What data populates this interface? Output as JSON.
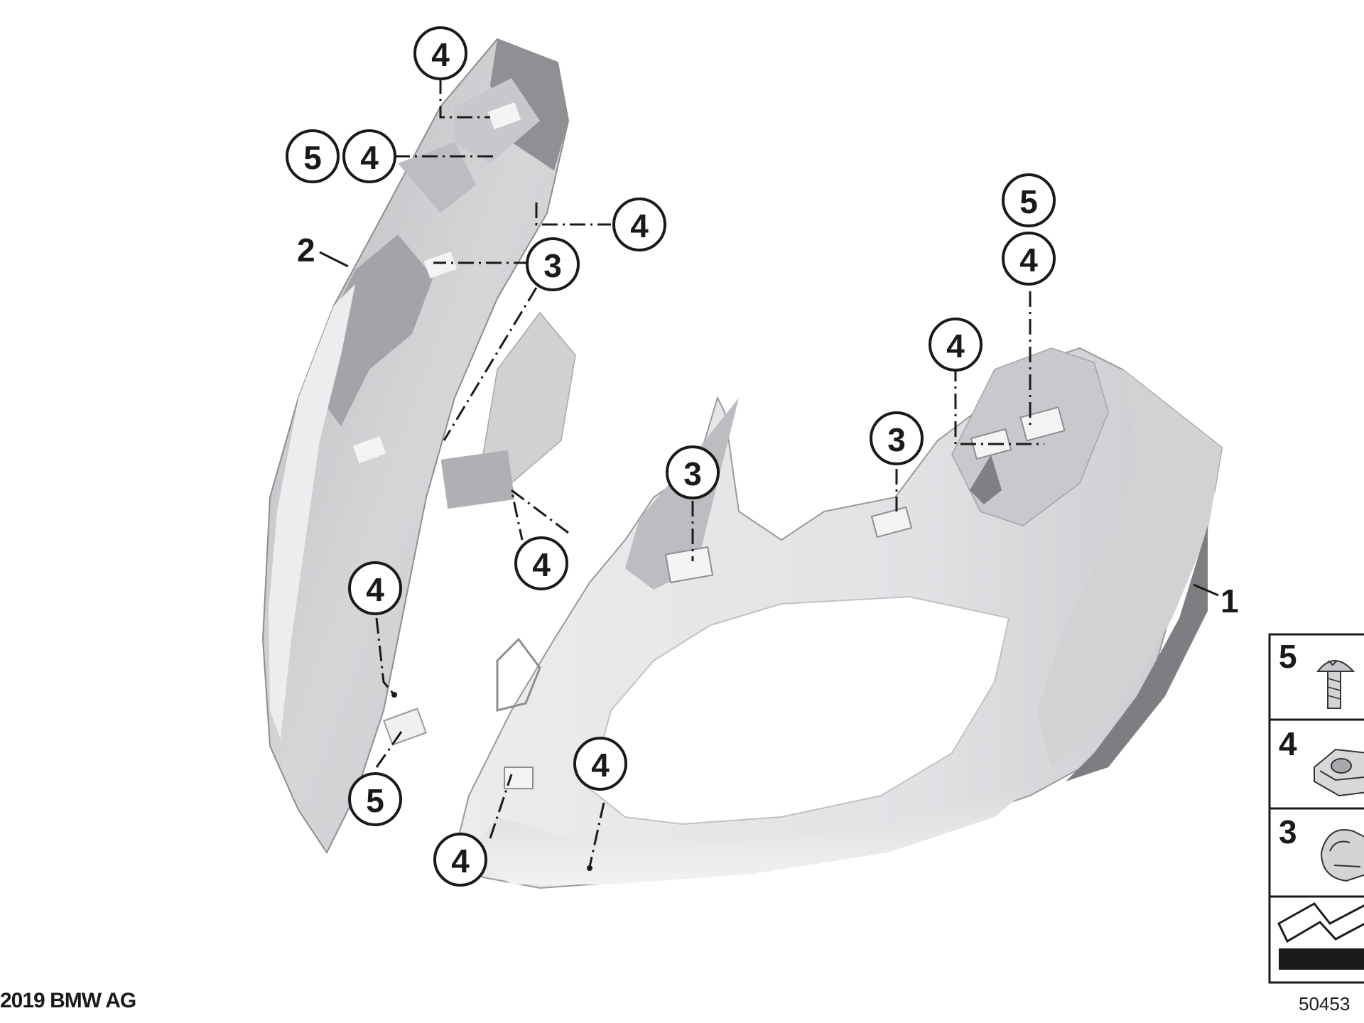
{
  "copyright": "2019 BMW AG",
  "diagram_id": "50453",
  "part_labels": {
    "part_1": "1",
    "part_2": "2"
  },
  "callouts": [
    {
      "id": "c-top-4",
      "label": "4"
    },
    {
      "id": "c-left-5",
      "label": "5"
    },
    {
      "id": "c-left-4",
      "label": "4"
    },
    {
      "id": "c-mid-4",
      "label": "4"
    },
    {
      "id": "c-clip-3",
      "label": "3"
    },
    {
      "id": "c-right-5",
      "label": "5"
    },
    {
      "id": "c-right-4a",
      "label": "4"
    },
    {
      "id": "c-right-4b",
      "label": "4"
    },
    {
      "id": "c-right-3",
      "label": "3"
    },
    {
      "id": "c-center-3",
      "label": "3"
    },
    {
      "id": "c-center-4",
      "label": "4"
    },
    {
      "id": "c-lower-4",
      "label": "4"
    },
    {
      "id": "c-lower-5",
      "label": "5"
    },
    {
      "id": "c-bottom-4a",
      "label": "4"
    },
    {
      "id": "c-bottom-4b",
      "label": "4"
    }
  ],
  "legend": {
    "rows": [
      {
        "number": "5",
        "icon": "screw-icon"
      },
      {
        "number": "4",
        "icon": "clip-nut-icon"
      },
      {
        "number": "3",
        "icon": "spring-clip-icon"
      },
      {
        "number": "",
        "icon": "kit-arrow-icon"
      }
    ]
  },
  "colors": {
    "part_light": "#e6e6e8",
    "part_mid": "#cfcfd2",
    "part_dark": "#9d9da1",
    "part_shadow": "#7d7d82",
    "ink": "#1a1a1a"
  }
}
